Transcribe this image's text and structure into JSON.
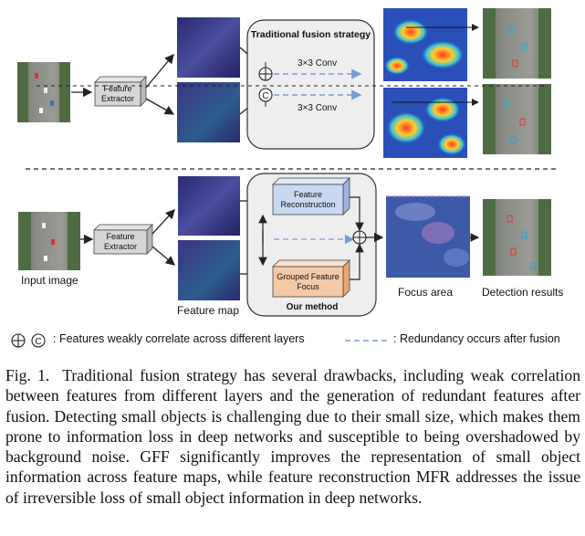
{
  "top_panel": {
    "extractor_label": "Feature Extractor",
    "fusion_title": "Traditional fusion strategy",
    "conv_upper": "3×3 Conv",
    "conv_lower": "3×3 Conv"
  },
  "bottom_panel": {
    "extractor_label": "Feature Extractor",
    "input_label": "Input image",
    "feature_map_label": "Feature map",
    "reconstruction_label": "Feature Reconstruction",
    "grouped_label": "Grouped Feature Focus",
    "method_label": "Our method",
    "focus_label": "Focus area",
    "detection_label": "Detection results"
  },
  "legend": {
    "symbols_text": ": Features weakly correlate across different layers",
    "dash_text": ": Redundancy occurs after fusion"
  },
  "caption": {
    "fig_label": "Fig. 1.",
    "text": "Traditional fusion strategy has several drawbacks, including weak correlation between features from different layers and the generation of redundant features after fusion. Detecting small objects is challenging due to their small size, which makes them prone to information loss in deep networks and susceptible to being overshadowed by background noise. GFF significantly improves the representation of small object information across feature maps, while feature reconstruction MFR addresses the issue of irreversible loss of small object information in deep networks."
  },
  "colors": {
    "feature_map": "#3a3c8a",
    "heatmap_hot": "#e8402a",
    "heatmap_cool": "#2a63c8",
    "reconstruction_fill": "#c9d8f2",
    "grouped_fill": "#f6c9a6",
    "dash_blue": "#7a9ad6"
  }
}
